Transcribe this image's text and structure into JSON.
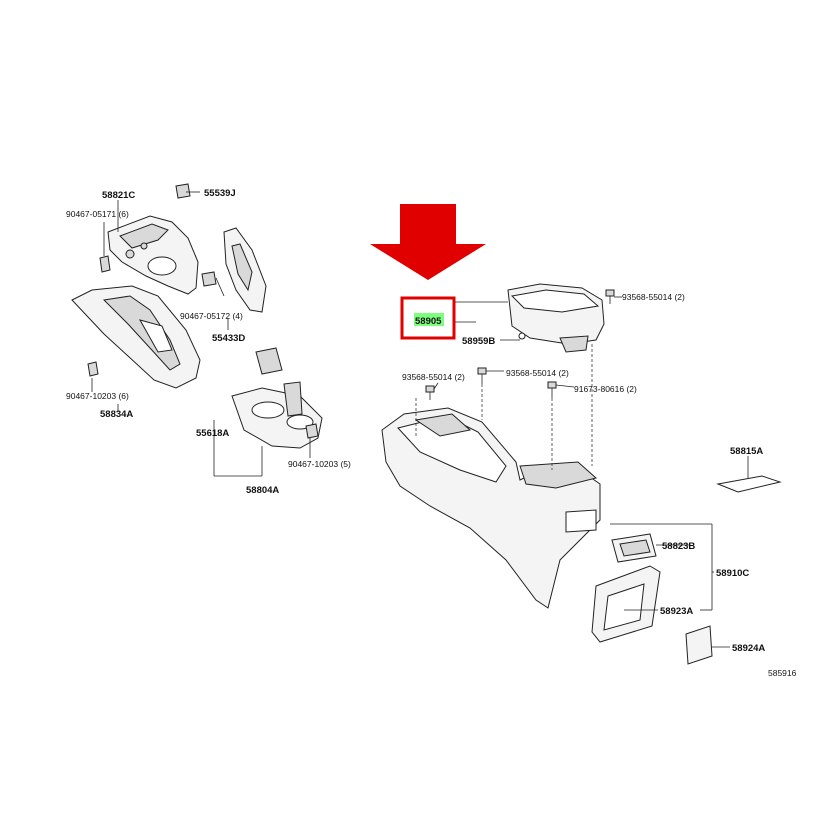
{
  "labels": {
    "p58821C": "58821C",
    "p55539J": "55539J",
    "p90467_05171": "90467-05171 (6)",
    "p90467_05172": "90467-05172 (4)",
    "p55433D": "55433D",
    "p90467_10203_6": "90467-10203 (6)",
    "p58834A": "58834A",
    "p55618A": "55618A",
    "p90467_10203_5": "90467-10203 (5)",
    "p58804A": "58804A",
    "p58905": "58905",
    "p58959B": "58959B",
    "p93568_55014_a": "93568-55014 (2)",
    "p93568_55014_b": "93568-55014 (2)",
    "p93568_55014_c": "93568-55014 (2)",
    "p91673_80616": "91673-80616 (2)",
    "p58815A": "58815A",
    "p58823B": "58823B",
    "p58910C": "58910C",
    "p58923A": "58923A",
    "p58924A": "58924A",
    "diagram_id": "585916"
  },
  "colors": {
    "arrow": "#e00000",
    "highlight_box": "#e00000",
    "highlight_fill": "#7dff7d"
  },
  "icons": {
    "pointer": "down-arrow-icon"
  }
}
